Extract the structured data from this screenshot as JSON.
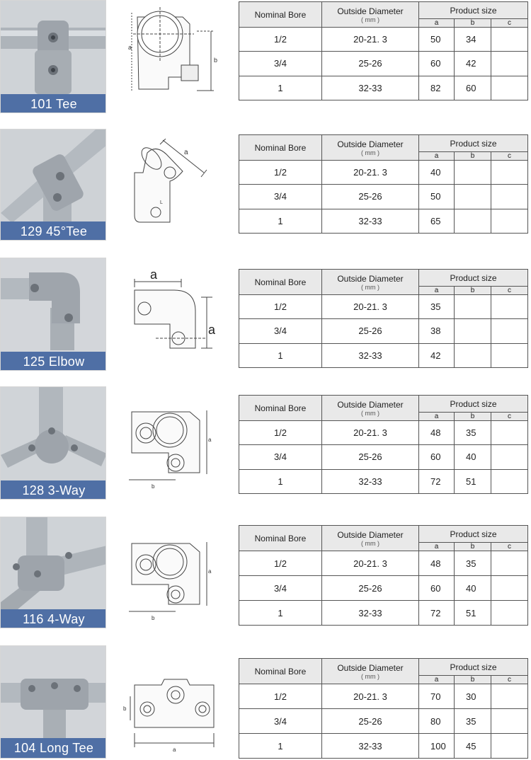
{
  "table_header": {
    "nominal_bore": "Nominal Bore",
    "outside_diameter": "Outside Diameter",
    "mm": "( mm )",
    "product_size": "Product size",
    "col_a": "a",
    "col_b": "b",
    "col_c": "c"
  },
  "products": [
    {
      "caption": "101 Tee",
      "dim_labels": [
        "a",
        "b"
      ],
      "rows": [
        {
          "bore": "1/2",
          "od": "20-21. 3",
          "a": "50",
          "b": "34",
          "c": ""
        },
        {
          "bore": "3/4",
          "od": "25-26",
          "a": "60",
          "b": "42",
          "c": ""
        },
        {
          "bore": "1",
          "od": "32-33",
          "a": "82",
          "b": "60",
          "c": ""
        }
      ]
    },
    {
      "caption": "129 45°Tee",
      "dim_labels": [
        "a",
        "L"
      ],
      "rows": [
        {
          "bore": "1/2",
          "od": "20-21. 3",
          "a": "40",
          "b": "",
          "c": ""
        },
        {
          "bore": "3/4",
          "od": "25-26",
          "a": "50",
          "b": "",
          "c": ""
        },
        {
          "bore": "1",
          "od": "32-33",
          "a": "65",
          "b": "",
          "c": ""
        }
      ]
    },
    {
      "caption": "125 Elbow",
      "dim_labels": [
        "a",
        "a"
      ],
      "rows": [
        {
          "bore": "1/2",
          "od": "20-21. 3",
          "a": "35",
          "b": "",
          "c": ""
        },
        {
          "bore": "3/4",
          "od": "25-26",
          "a": "38",
          "b": "",
          "c": ""
        },
        {
          "bore": "1",
          "od": "32-33",
          "a": "42",
          "b": "",
          "c": ""
        }
      ]
    },
    {
      "caption": "128 3-Way",
      "dim_labels": [
        "a",
        "b"
      ],
      "rows": [
        {
          "bore": "1/2",
          "od": "20-21. 3",
          "a": "48",
          "b": "35",
          "c": ""
        },
        {
          "bore": "3/4",
          "od": "25-26",
          "a": "60",
          "b": "40",
          "c": ""
        },
        {
          "bore": "1",
          "od": "32-33",
          "a": "72",
          "b": "51",
          "c": ""
        }
      ]
    },
    {
      "caption": "116 4-Way",
      "dim_labels": [
        "a",
        "b"
      ],
      "rows": [
        {
          "bore": "1/2",
          "od": "20-21. 3",
          "a": "48",
          "b": "35",
          "c": ""
        },
        {
          "bore": "3/4",
          "od": "25-26",
          "a": "60",
          "b": "40",
          "c": ""
        },
        {
          "bore": "1",
          "od": "32-33",
          "a": "72",
          "b": "51",
          "c": ""
        }
      ]
    },
    {
      "caption": "104 Long Tee",
      "dim_labels": [
        "b",
        "a"
      ],
      "rows": [
        {
          "bore": "1/2",
          "od": "20-21. 3",
          "a": "70",
          "b": "30",
          "c": ""
        },
        {
          "bore": "3/4",
          "od": "25-26",
          "a": "80",
          "b": "35",
          "c": ""
        },
        {
          "bore": "1",
          "od": "32-33",
          "a": "100",
          "b": "45",
          "c": ""
        }
      ]
    }
  ],
  "colors": {
    "caption_bg": "#4f6fa5",
    "table_header_bg": "#e9e9e9",
    "metal": "#b9bec4"
  }
}
